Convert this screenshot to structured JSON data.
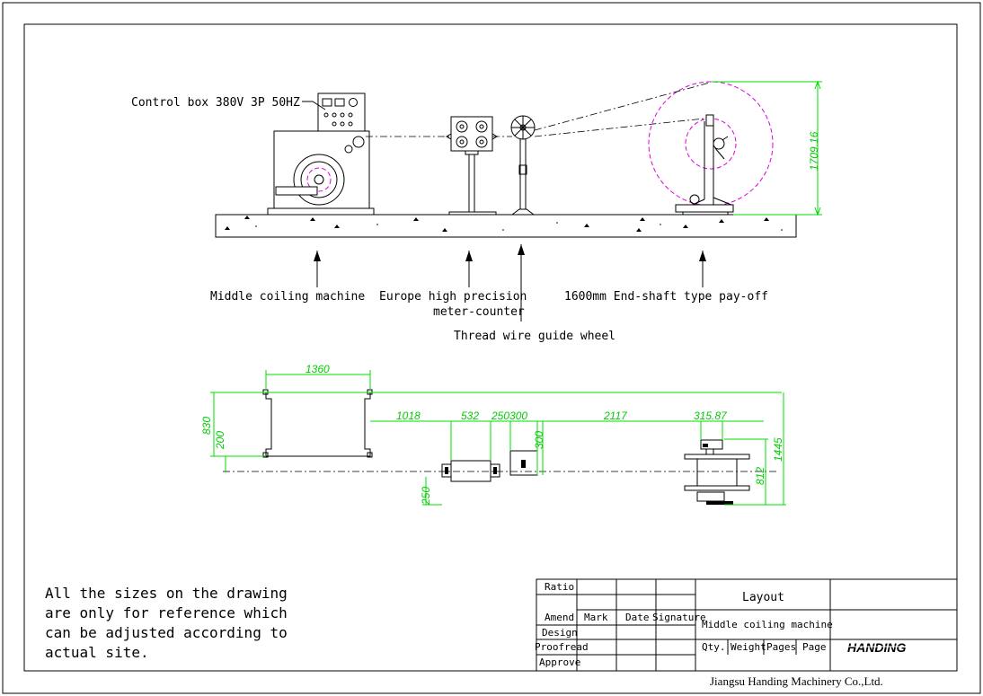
{
  "elevation": {
    "control_box_label": "Control box 380V 3P 50HZ",
    "labels": {
      "middle_coiling": "Middle coiling machine",
      "meter_counter_1": "Europe high precision",
      "meter_counter_2": "meter-counter",
      "pay_off": "1600mm End-shaft type pay-off",
      "guide_wheel": "Thread wire guide wheel"
    },
    "dim_height": "1709.16"
  },
  "plan": {
    "dims": {
      "d1360": "1360",
      "d830": "830",
      "d200": "200",
      "d1018": "1018",
      "d532": "532",
      "d250300": "250300",
      "d300": "300",
      "d2117": "2117",
      "d315": "315.87",
      "d1445": "1445",
      "d812": "812",
      "d250": "250"
    }
  },
  "note": {
    "line1": "All the sizes on the drawing",
    "line2": "are only for reference which",
    "line3": "can be adjusted according to",
    "line4": "actual site."
  },
  "title_block": {
    "ratio": "Ratio",
    "amend": "Amend",
    "mark": "Mark",
    "date": "Date",
    "signature": "Signature",
    "design": "Design",
    "proofread": "Proofread",
    "approve": "Approve",
    "title": "Layout",
    "subtitle": "Middle coiling machine",
    "qty": "Qty.",
    "weight": "Weight",
    "pages": "Pages",
    "page": "Page",
    "logo": "HANDING",
    "company": "Jiangsu Handing Machinery Co.,Ltd."
  }
}
